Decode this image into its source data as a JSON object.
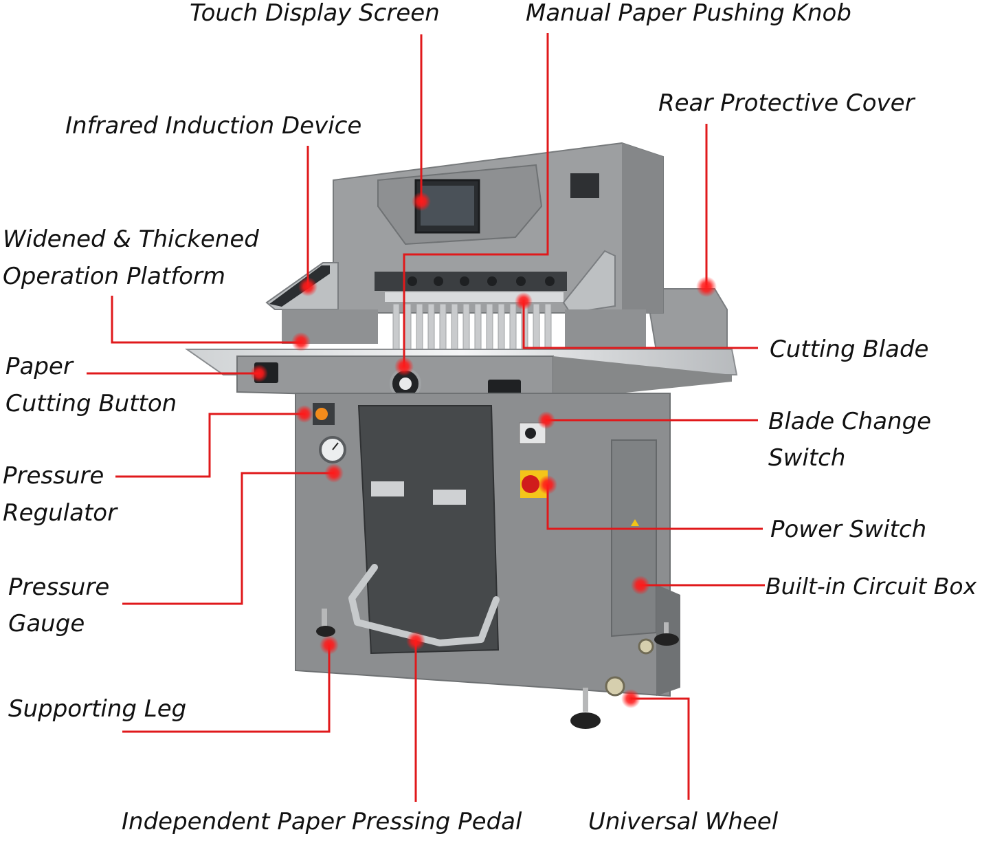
{
  "colors": {
    "leader": "#e0191b",
    "marker": "#ff1a1a",
    "text": "#111111",
    "machine": "#8d8f91",
    "machine_dark": "#5d6062"
  },
  "labels": {
    "touch_display_screen": "Touch Display Screen",
    "manual_paper_pushing_knob": "Manual Paper Pushing Knob",
    "rear_protective_cover": "Rear Protective Cover",
    "infrared_induction_device": "Infrared Induction Device",
    "widened_thickened_line1": "Widened & Thickened",
    "widened_thickened_line2": "Operation Platform",
    "paper_cutting_button_line1": "Paper",
    "paper_cutting_button_line2": "Cutting Button",
    "cutting_blade": "Cutting Blade",
    "blade_change_switch_line1": "Blade Change",
    "blade_change_switch_line2": "Switch",
    "pressure_regulator_line1": "Pressure",
    "pressure_regulator_line2": "Regulator",
    "power_switch": "Power Switch",
    "pressure_gauge_line1": "Pressure",
    "pressure_gauge_line2": "Gauge",
    "built_in_circuit_box": "Built-in Circuit Box",
    "supporting_leg": "Supporting Leg",
    "independent_paper_pressing_pedal": "Independent Paper Pressing Pedal",
    "universal_wheel": "Universal Wheel"
  }
}
